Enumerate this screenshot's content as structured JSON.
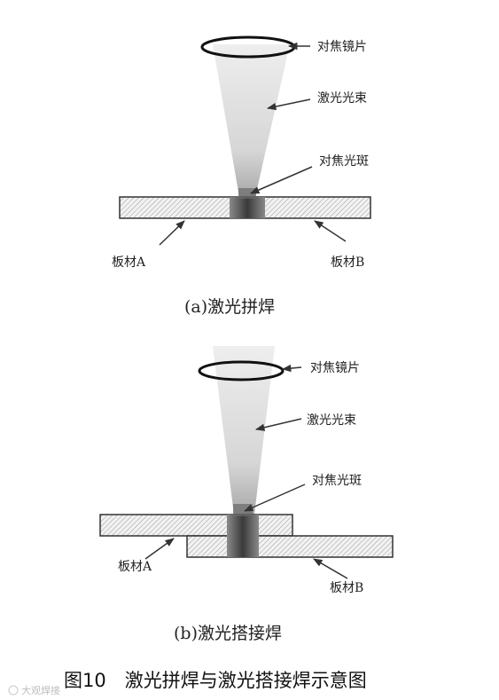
{
  "panel_a": {
    "label_lens": "对焦镜片",
    "label_beam": "激光光束",
    "label_spot": "对焦光斑",
    "label_plate_a": "板材A",
    "label_plate_b": "板材B",
    "caption": "(a)激光拼焊"
  },
  "panel_b": {
    "label_lens": "对焦镜片",
    "label_beam": "激光光束",
    "label_spot": "对焦光斑",
    "label_plate_a": "板材A",
    "label_plate_b": "板材B",
    "caption": "(b)激光搭接焊"
  },
  "figure_caption": "图10　激光拼焊与激光搭接焊示意图",
  "watermark": "大观焊接"
}
